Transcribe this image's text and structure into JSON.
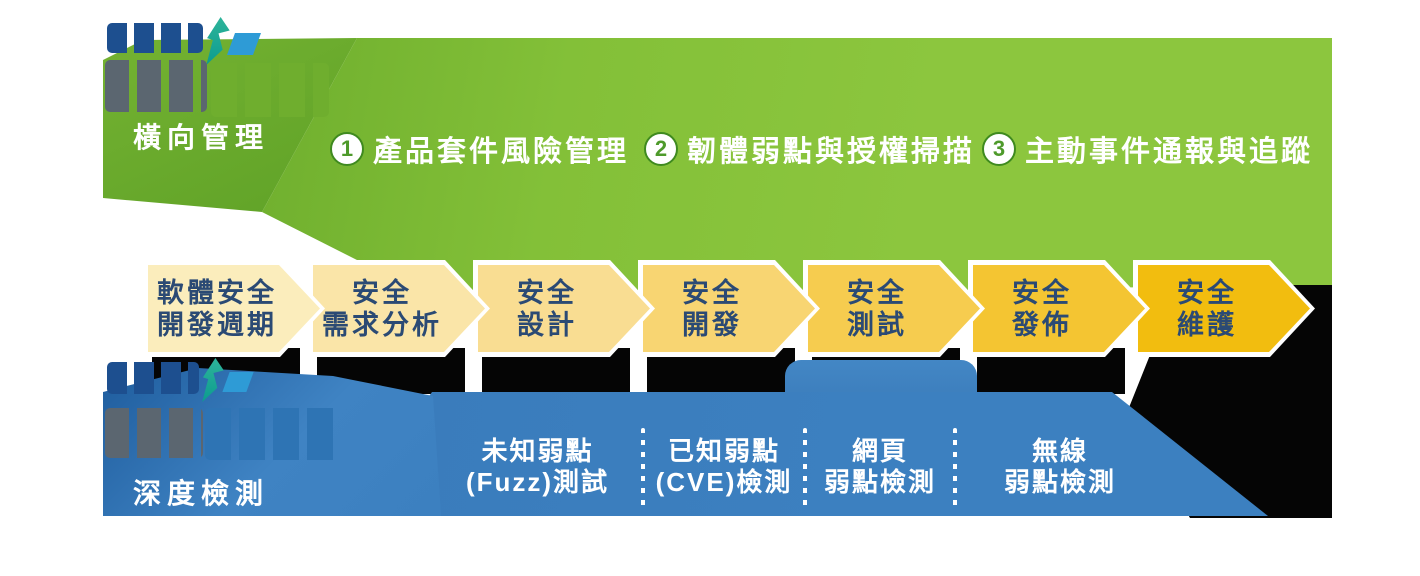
{
  "top_banner": {
    "tab_label": "橫向管理",
    "items": [
      {
        "number": "1",
        "label": "產品套件風險管理"
      },
      {
        "number": "2",
        "label": "韌體弱點與授權掃描"
      },
      {
        "number": "3",
        "label": "主動事件通報與追蹤"
      }
    ]
  },
  "sdlc_arrows": [
    {
      "line1": "軟體安全",
      "line2": "開發週期",
      "fill": "#FBEDBC"
    },
    {
      "line1": "安全",
      "line2": "需求分析",
      "fill": "#FAE5A8"
    },
    {
      "line1": "安全",
      "line2": "設計",
      "fill": "#F9DD92"
    },
    {
      "line1": "安全",
      "line2": "開發",
      "fill": "#F8D572"
    },
    {
      "line1": "安全",
      "line2": "測試",
      "fill": "#F6CC4F"
    },
    {
      "line1": "安全",
      "line2": "發佈",
      "fill": "#F4C532"
    },
    {
      "line1": "安全",
      "line2": "維護",
      "fill": "#F2BD0F"
    }
  ],
  "bottom_banner": {
    "tab_label": "深度檢測",
    "items": [
      {
        "line1": "未知弱點",
        "line2": "(Fuzz)測試"
      },
      {
        "line1": "已知弱點",
        "line2": "(CVE)檢測"
      },
      {
        "line1": "網頁",
        "line2": "弱點檢測"
      },
      {
        "line1": "無線",
        "line2": "弱點檢測"
      }
    ]
  },
  "logo": {
    "name": "company-wordmark"
  },
  "colors": {
    "green_band": "#8CC63E",
    "green_tab": "#67A82B",
    "blue_band": "#3C80C0",
    "blue_tab": "#1E5C9D",
    "arrow_text_navy": "#2B4A74",
    "number_green": "#4E9A2B",
    "shadow_black": "#050505",
    "logo_grey": "#5B6670",
    "logo_teal": "#12AB9E",
    "logo_navy": "#1D4F8F"
  }
}
